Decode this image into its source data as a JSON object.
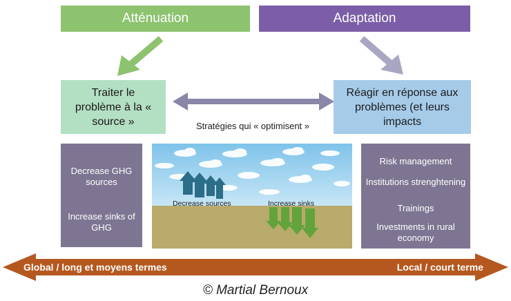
{
  "headers": {
    "left": "Atténuation",
    "right": "Adaptation"
  },
  "boxes": {
    "left": "Traiter le problème à la « source »",
    "right": "Réagir en réponse aux problèmes (et leurs impacts"
  },
  "middle_label": "Stratégies qui « optimisent »",
  "left_panel": {
    "item1": "Decrease GHG sources",
    "item2": "Increase sinks of GHG"
  },
  "center_image": {
    "label_sources": "Decrease sources",
    "label_sinks": "Increase sinks"
  },
  "right_panel": {
    "item1": "Risk management",
    "item2": "Institutions strenghtening",
    "item3": "Trainings",
    "item4": "Investments in rural economy"
  },
  "bottom_arrow": {
    "left": "Global / long et moyens termes",
    "right": "Local / court terme"
  },
  "credit": "© Martial Bernoux",
  "colors": {
    "green_header": "#8dc26f",
    "purple_header": "#7b5ea7",
    "green_box": "#b3dfc3",
    "blue_box": "#a6cbe9",
    "panel": "#7e7592",
    "arrow_gray": "#8a86a8",
    "bottom_arrow": "#b5581f"
  }
}
